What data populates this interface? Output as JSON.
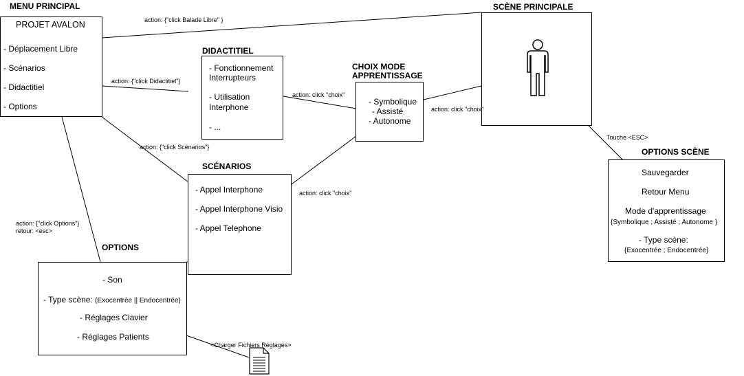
{
  "menu_principal": {
    "title": "MENU PRINCIPAL",
    "header": "PROJET AVALON",
    "items": [
      "- Déplacement Libre",
      "- Scénarios",
      "- Didactitiel",
      "- Options"
    ]
  },
  "didactitiel": {
    "title": "DIDACTITIEL",
    "item1_line1": "- Fonctionnement",
    "item1_line2": "Interrupteurs",
    "item2_line1": "- Utilisation",
    "item2_line2": "Interphone",
    "item3": "- ..."
  },
  "choix_mode": {
    "title_line1": "CHOIX MODE",
    "title_line2": "APPRENTISSAGE",
    "items": [
      "- Symbolique",
      "- Assisté",
      "- Autonome"
    ]
  },
  "scene_principale": {
    "title": "SCÈNE PRINCIPALE",
    "icon": "person-icon"
  },
  "scenarios": {
    "title": "SCÉNARIOS",
    "items": [
      "- Appel Interphone",
      "- Appel Interphone  Visio",
      "- Appel Telephone"
    ]
  },
  "options": {
    "title": "OPTIONS",
    "son": "- Son",
    "type_scene_label": "- Type scène:",
    "type_scene_values": "(Exocentrée || Endocentrée)",
    "reglages_clavier": "- Réglages Clavier",
    "reglages_patients": "- Réglages Patients"
  },
  "options_scene": {
    "title": "OPTIONS SCÈNE",
    "sauvegarder": "Sauvegarder",
    "retour_menu": "Retour Menu",
    "mode_label": "Mode d'apprentissage",
    "mode_values": "{Symbolique ; Assisté ; Autonome  }",
    "type_label": "- Type scène:",
    "type_values": "{Exocentrée ; Endocentrée}"
  },
  "edges": {
    "balade_libre": "action: {\"click Balade Libre\" }",
    "didactitiel": "action: {\"click Didactitiel\"}",
    "didacticiel_choix": "action: click \"choix\"",
    "choix_scene": "action: click \"choix\"",
    "touche_esc": "Touche <ESC>",
    "scenarios": "action: {\"click Scénarios\"}",
    "scenarios_choix": "action: click \"choix\"",
    "options_action": "action: {\"click Options\"}",
    "options_retour": "retour: <esc>",
    "charger": "<Charger Fichiers Réglages>"
  },
  "document_icon": "document-icon"
}
